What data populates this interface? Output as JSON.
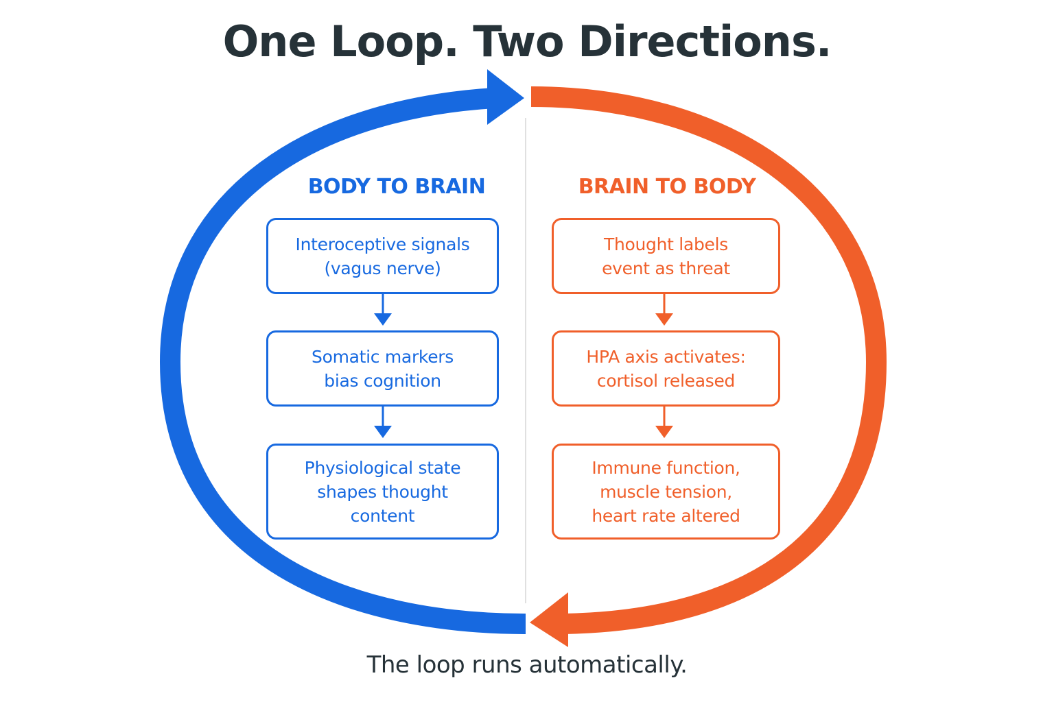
{
  "title": "One Loop. Two Directions.",
  "footer": "The loop runs automatically.",
  "colors": {
    "blue": "#1769e0",
    "orange": "#f05f2a",
    "text_dark": "#263238",
    "divider": "#e0e0e0"
  },
  "left_column": {
    "heading": "BODY TO BRAIN",
    "boxes": [
      {
        "lines": [
          "Interoceptive signals",
          "(vagus nerve)"
        ]
      },
      {
        "lines": [
          "Somatic markers",
          "bias cognition"
        ]
      },
      {
        "lines": [
          "Physiological state",
          "shapes thought",
          "content"
        ]
      }
    ]
  },
  "right_column": {
    "heading": "BRAIN TO BODY",
    "boxes": [
      {
        "lines": [
          "Thought labels",
          "event as threat"
        ]
      },
      {
        "lines": [
          "HPA axis activates:",
          "cortisol released"
        ]
      },
      {
        "lines": [
          "Immune function,",
          "muscle tension,",
          "heart rate altered"
        ]
      }
    ]
  }
}
